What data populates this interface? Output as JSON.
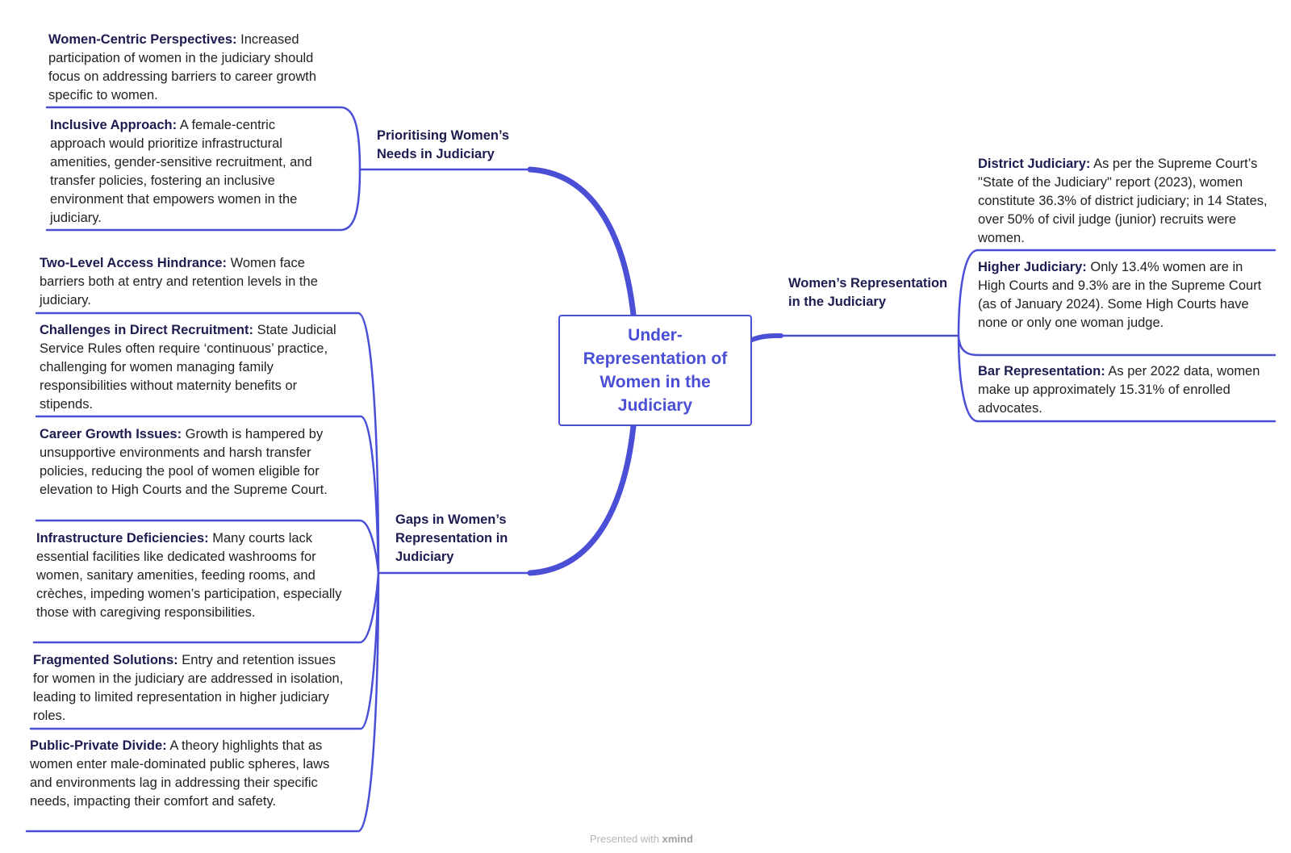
{
  "central_topic": "Under-Representation of Women in the Judiciary",
  "branches": {
    "prioritising": {
      "title": "Prioritising Women’s Needs in Judiciary",
      "leaves": [
        {
          "label": "Women-Centric Perspectives:",
          "text": " Increased participation of women in the judiciary should focus on addressing barriers to career growth specific to women."
        },
        {
          "label": "Inclusive Approach:",
          "text": " A female-centric approach would prioritize infrastructural amenities, gender-sensitive recruitment, and transfer policies, fostering an inclusive environment that empowers women in the judiciary."
        }
      ]
    },
    "gaps": {
      "title": "Gaps in Women’s Representation in Judiciary",
      "leaves": [
        {
          "label": "Two-Level Access Hindrance:",
          "text": " Women face barriers both at entry and retention levels in the judiciary."
        },
        {
          "label": "Challenges in Direct Recruitment:",
          "text": " State Judicial Service Rules often require ‘continuous’ practice, challenging for women managing family responsibilities without maternity benefits or stipends."
        },
        {
          "label": "Career Growth Issues:",
          "text": " Growth is hampered by unsupportive environments and harsh transfer policies, reducing the pool of women eligible for elevation to High Courts and the Supreme Court."
        },
        {
          "label": "Infrastructure Deficiencies:",
          "text": " Many courts lack essential facilities like dedicated washrooms for women, sanitary amenities, feeding rooms, and crèches, impeding women’s participation, especially those with caregiving responsibilities."
        },
        {
          "label": "Fragmented Solutions:",
          "text": " Entry and retention issues for women in the judiciary are addressed in isolation, leading to limited representation in higher judiciary roles."
        },
        {
          "label": "Public-Private Divide:",
          "text": " A theory highlights that as women enter male-dominated public spheres, laws and environments lag in addressing their specific needs, impacting their comfort and safety."
        }
      ]
    },
    "representation": {
      "title": "Women’s Representation in the Judiciary",
      "leaves": [
        {
          "label": "District Judiciary:",
          "text": " As per the Supreme Court’s \"State of the Judiciary\" report (2023), women constitute 36.3% of district judiciary; in 14 States, over 50% of civil judge (junior) recruits were women."
        },
        {
          "label": "Higher Judiciary:",
          "text": " Only 13.4% women are in High Courts and 9.3% are in the Supreme Court (as of January 2024). Some High Courts have none or only one woman judge."
        },
        {
          "label": "Bar Representation:",
          "text": " As per 2022 data, women make up approximately 15.31% of enrolled advocates."
        }
      ]
    }
  },
  "footer": {
    "prefix": "Presented with ",
    "brand": "xmind"
  },
  "colors": {
    "accent": "#4a4fd6",
    "text": "#1c1c50"
  }
}
